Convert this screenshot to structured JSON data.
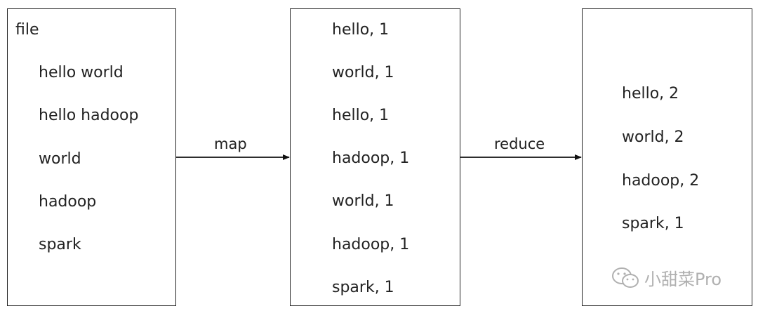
{
  "file_box": {
    "title": "file",
    "lines": [
      "hello world",
      "hello hadoop",
      "world",
      "hadoop",
      "spark"
    ]
  },
  "map_label": "map",
  "map_box": {
    "lines": [
      "hello, 1",
      "world, 1",
      "hello, 1",
      "hadoop, 1",
      "world, 1",
      "hadoop, 1",
      "spark, 1"
    ]
  },
  "reduce_label": "reduce",
  "reduce_box": {
    "lines": [
      "hello, 2",
      "world, 2",
      "hadoop, 2",
      "spark, 1"
    ]
  },
  "watermark": "小甜菜Pro"
}
